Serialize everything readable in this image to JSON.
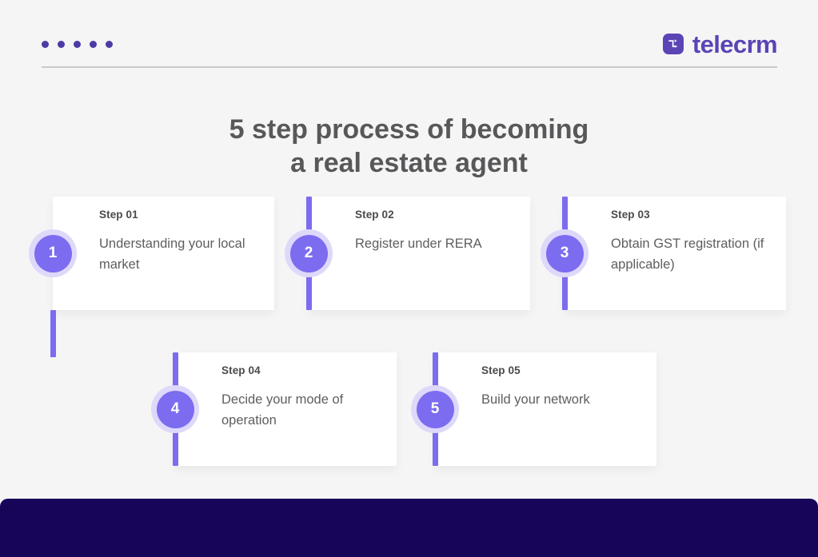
{
  "header": {
    "dots_count": 5,
    "dot_color": "#4b3ba4",
    "brand": {
      "name": "telecrm",
      "icon": "flow-arrow-icon",
      "color": "#5b44b5"
    }
  },
  "title": {
    "line1": "5 step process of becoming",
    "line2": "a real estate agent"
  },
  "steps": [
    {
      "number": "1",
      "label": "Step 01",
      "text": "Understanding your local market"
    },
    {
      "number": "2",
      "label": "Step 02",
      "text": "Register under RERA"
    },
    {
      "number": "3",
      "label": "Step 03",
      "text": "Obtain GST registration (if applicable)"
    },
    {
      "number": "4",
      "label": "Step 04",
      "text": "Decide your mode of operation"
    },
    {
      "number": "5",
      "label": "Step 05",
      "text": "Build your network"
    }
  ],
  "theme": {
    "background": "#f5f5f6",
    "accent": "#7c6cf0",
    "accent_ring": "#ded8fa",
    "footer": "#160559",
    "title_color": "#58585a"
  }
}
